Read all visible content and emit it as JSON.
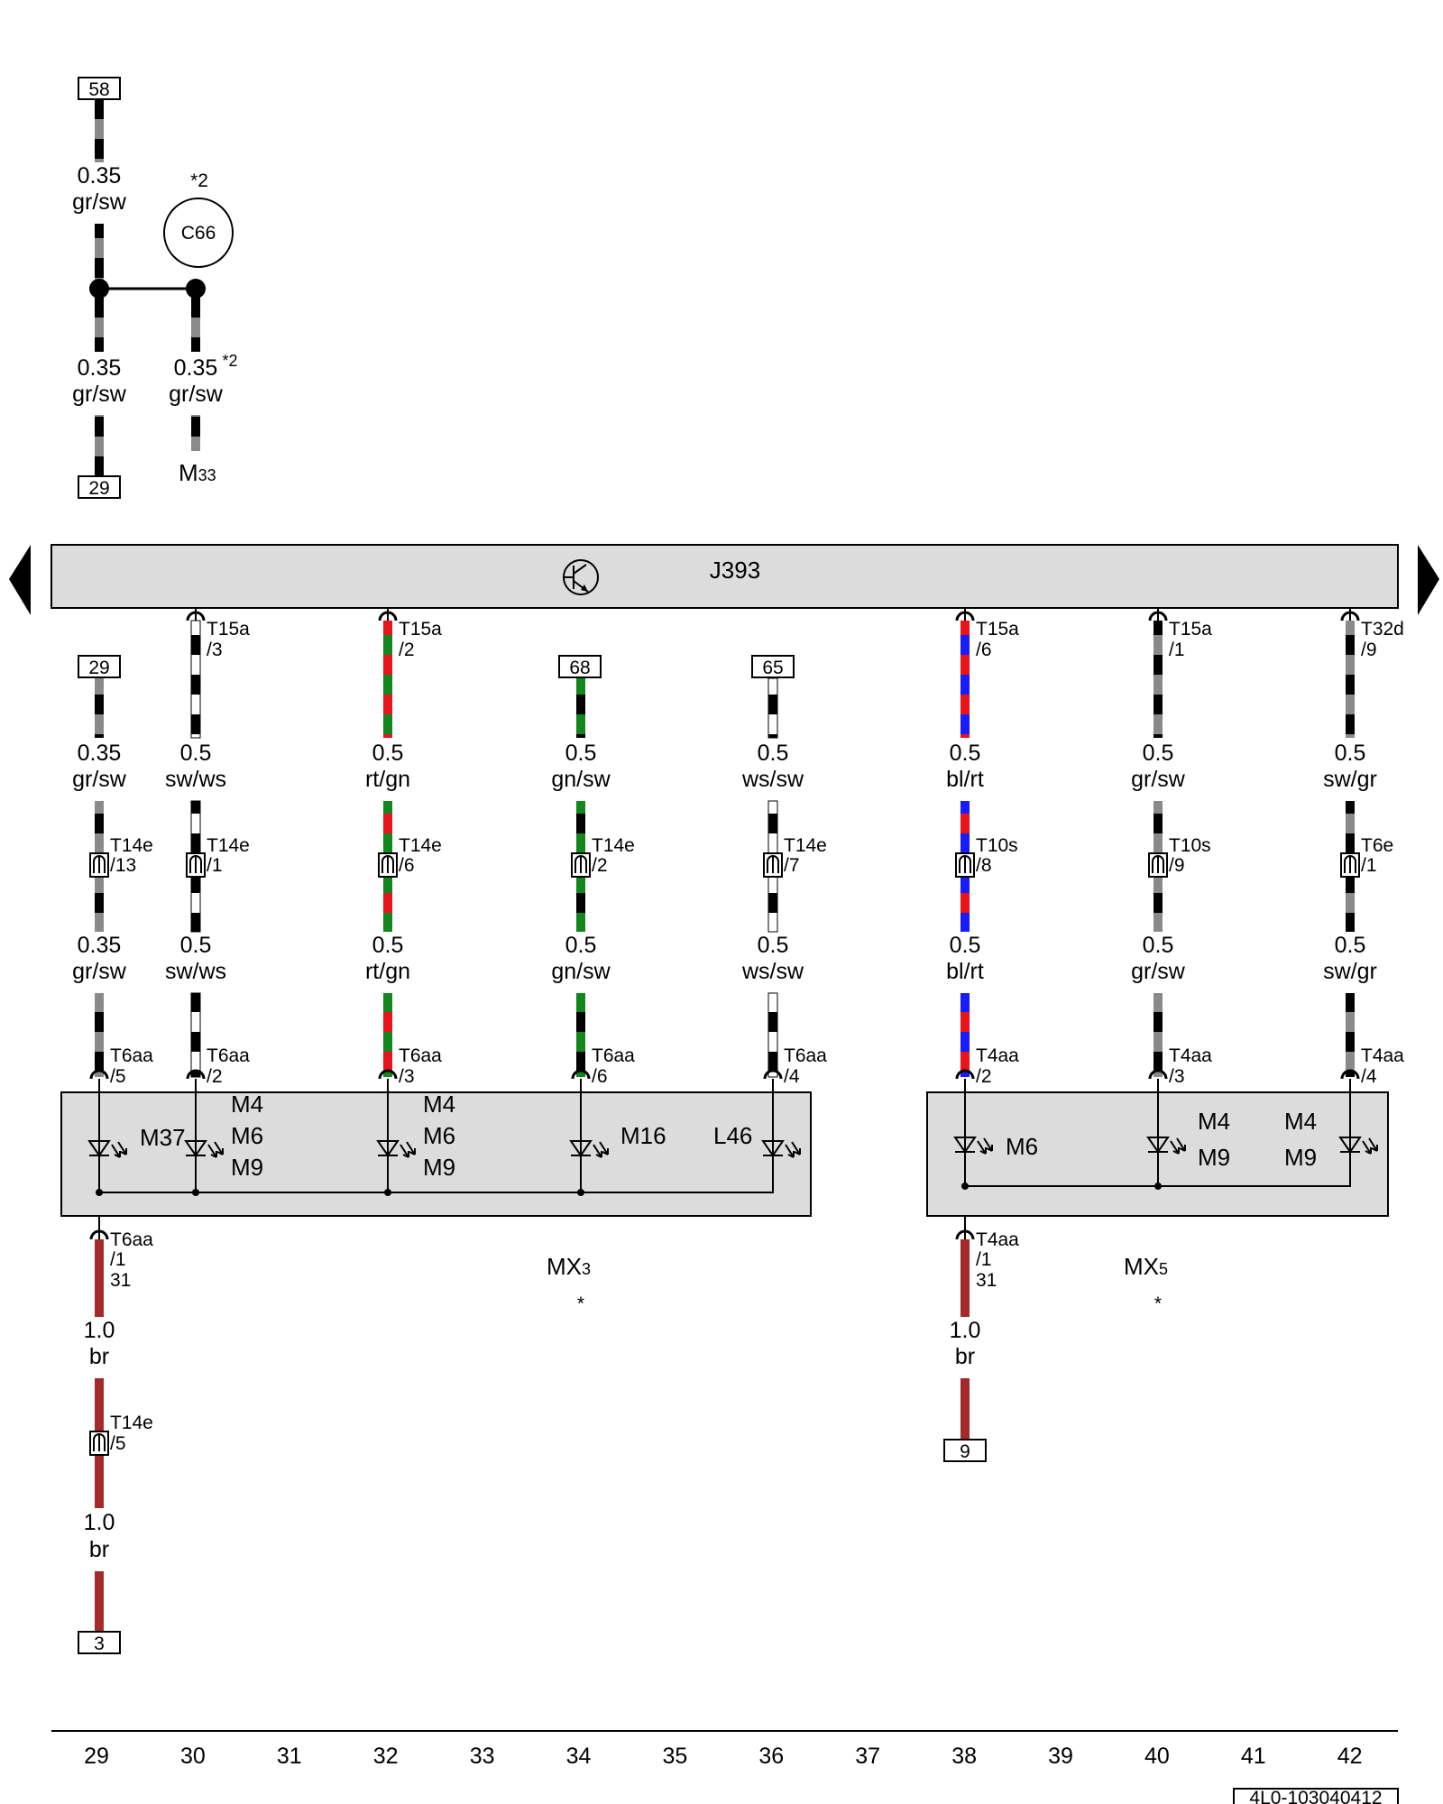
{
  "control_unit": {
    "label": "J393"
  },
  "terminals": {
    "t58": "58",
    "t29_top": "29",
    "t29_mid": "29",
    "t68": "68",
    "t65": "65",
    "t3": "3",
    "t9": "9"
  },
  "top_section": {
    "wire1": {
      "size": "0.35",
      "color": "gr/sw"
    },
    "wire2": {
      "size": "0.35",
      "color": "gr/sw"
    },
    "wire3": {
      "size": "0.35",
      "color": "gr/sw",
      "note": "*2"
    },
    "component": {
      "label": "C66",
      "note": "*2"
    },
    "ground": {
      "letter": "M",
      "sub": "33"
    }
  },
  "columns": [
    {
      "conn_top": "",
      "conn_top_pin": "",
      "wire_a_size": "0.35",
      "wire_a_color": "gr/sw",
      "mid_conn": "T14e",
      "mid_pin": "/13",
      "wire_b_size": "0.35",
      "wire_b_color": "gr/sw",
      "low_conn": "T6aa",
      "low_pin": "/5"
    },
    {
      "conn_top": "T15a",
      "conn_top_pin": "/3",
      "wire_a_size": "0.5",
      "wire_a_color": "sw/ws",
      "mid_conn": "T14e",
      "mid_pin": "/1",
      "wire_b_size": "0.5",
      "wire_b_color": "sw/ws",
      "low_conn": "T6aa",
      "low_pin": "/2"
    },
    {
      "conn_top": "T15a",
      "conn_top_pin": "/2",
      "wire_a_size": "0.5",
      "wire_a_color": "rt/gn",
      "mid_conn": "T14e",
      "mid_pin": "/6",
      "wire_b_size": "0.5",
      "wire_b_color": "rt/gn",
      "low_conn": "T6aa",
      "low_pin": "/3"
    },
    {
      "conn_top": "",
      "conn_top_pin": "",
      "wire_a_size": "0.5",
      "wire_a_color": "gn/sw",
      "mid_conn": "T14e",
      "mid_pin": "/2",
      "wire_b_size": "0.5",
      "wire_b_color": "gn/sw",
      "low_conn": "T6aa",
      "low_pin": "/6"
    },
    {
      "conn_top": "",
      "conn_top_pin": "",
      "wire_a_size": "0.5",
      "wire_a_color": "ws/sw",
      "mid_conn": "T14e",
      "mid_pin": "/7",
      "wire_b_size": "0.5",
      "wire_b_color": "ws/sw",
      "low_conn": "T6aa",
      "low_pin": "/4"
    },
    {
      "conn_top": "T15a",
      "conn_top_pin": "/6",
      "wire_a_size": "0.5",
      "wire_a_color": "bl/rt",
      "mid_conn": "T10s",
      "mid_pin": "/8",
      "wire_b_size": "0.5",
      "wire_b_color": "bl/rt",
      "low_conn": "T4aa",
      "low_pin": "/2"
    },
    {
      "conn_top": "T15a",
      "conn_top_pin": "/1",
      "wire_a_size": "0.5",
      "wire_a_color": "gr/sw",
      "mid_conn": "T10s",
      "mid_pin": "/9",
      "wire_b_size": "0.5",
      "wire_b_color": "gr/sw",
      "low_conn": "T4aa",
      "low_pin": "/3"
    },
    {
      "conn_top": "T32d",
      "conn_top_pin": "/9",
      "wire_a_size": "0.5",
      "wire_a_color": "sw/gr",
      "mid_conn": "T6e",
      "mid_pin": "/1",
      "wire_b_size": "0.5",
      "wire_b_color": "sw/gr",
      "low_conn": "T4aa",
      "low_pin": "/4"
    }
  ],
  "mx3": {
    "label": "MX3",
    "star": "*",
    "lamps": {
      "m37": "M37",
      "m4a": "M4",
      "m6a": "M6",
      "m9a": "M9",
      "m4b": "M4",
      "m6b": "M6",
      "m9b": "M9",
      "m16": "M16",
      "l46": "L46"
    },
    "ground_conn": "T6aa",
    "ground_pin": "/1",
    "ground_num": "31",
    "wire_c": {
      "size": "1.0",
      "color": "br"
    },
    "conn2": "T14e",
    "conn2_pin": "/5",
    "wire_d": {
      "size": "1.0",
      "color": "br"
    }
  },
  "mx5": {
    "label": "MX5",
    "star": "*",
    "lamps": {
      "m6": "M6",
      "m4a": "M4",
      "m9a": "M9",
      "m4b": "M4",
      "m9b": "M9"
    },
    "ground_conn": "T4aa",
    "ground_pin": "/1",
    "ground_num": "31",
    "wire_c": {
      "size": "1.0",
      "color": "br"
    }
  },
  "ruler": [
    "29",
    "30",
    "31",
    "32",
    "33",
    "34",
    "35",
    "36",
    "37",
    "38",
    "39",
    "40",
    "41",
    "42"
  ],
  "doc_id": "4L0-103040412",
  "wire_colors": {
    "gr": "#8a8a8a",
    "sw": "#000000",
    "ws": "#ffffff",
    "rt": "#e8141b",
    "gn": "#14861e",
    "bl": "#1a1aff",
    "br": "#a32a2a"
  }
}
